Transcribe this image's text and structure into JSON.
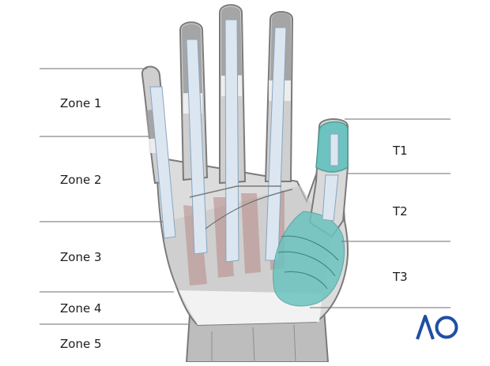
{
  "zones_left": [
    {
      "id": "zone-1",
      "label": "Zone 1"
    },
    {
      "id": "zone-2",
      "label": "Zone 2"
    },
    {
      "id": "zone-3",
      "label": "Zone 3"
    },
    {
      "id": "zone-4",
      "label": "Zone 4"
    },
    {
      "id": "zone-5",
      "label": "Zone 5"
    }
  ],
  "zones_thumb": [
    {
      "id": "t1",
      "label": "T1"
    },
    {
      "id": "t2",
      "label": "T2"
    },
    {
      "id": "t3",
      "label": "T3"
    }
  ],
  "logo": {
    "text": "AO",
    "color": "#1f4fa3"
  },
  "colors": {
    "hand_outline": "#7a7a7a",
    "hand_fill": "#d9d9d9",
    "finger_dark": "#9a9a9a",
    "bone": "#dbe6f1",
    "tendon": "#b9cfe2",
    "muscle": "#b68a86",
    "thumb_highlight": "#6cc3bf",
    "lines": "#6e6e6e"
  }
}
